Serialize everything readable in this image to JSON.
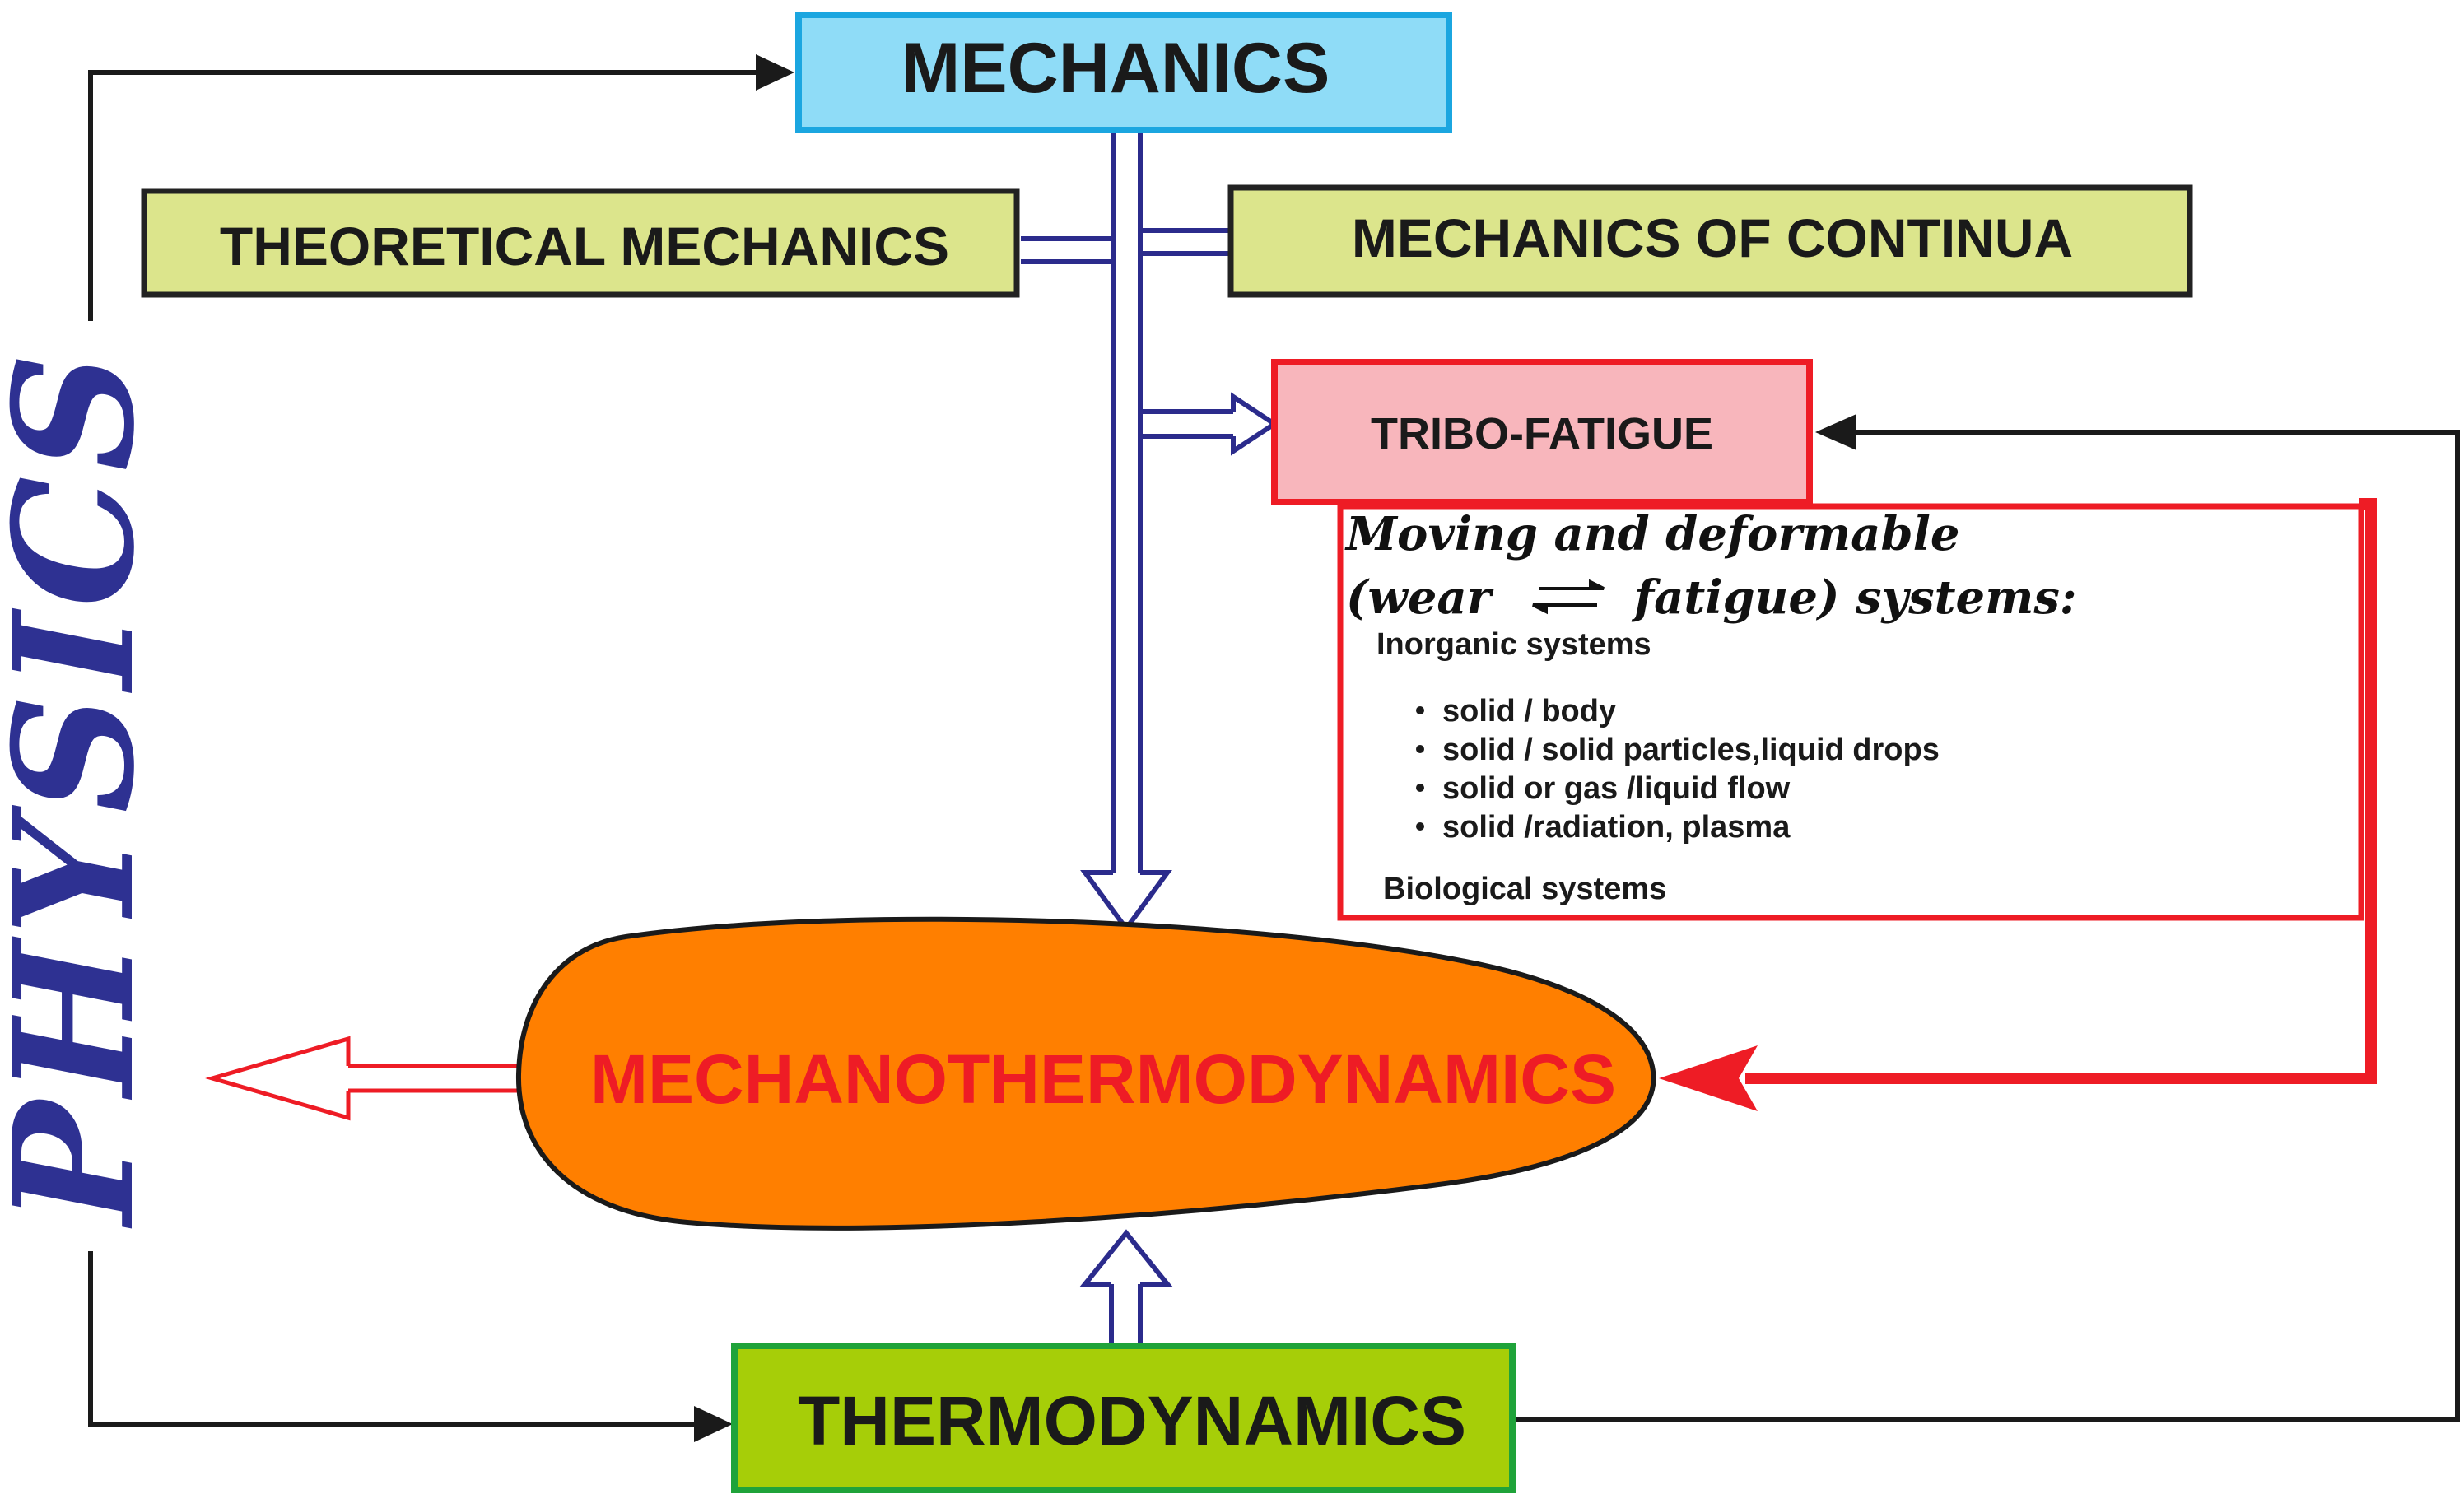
{
  "boxes": {
    "mechanics": "MECHANICS",
    "theoretical_mechanics": "THEORETICAL MECHANICS",
    "mechanics_of_continua": "MECHANICS OF CONTINUA",
    "tribo_fatigue": "TRIBO-FATIGUE",
    "mechanothermodynamics": "MECHANOTHERMODYNAMICS",
    "thermodynamics": "THERMODYNAMICS"
  },
  "side_label": "PHYSICS",
  "systems_panel": {
    "heading_line1": "Moving and deformable",
    "heading_line2_before": "(wear",
    "heading_line2_after": "fatigue) systems:",
    "inorganic_title": "Inorganic systems",
    "items": [
      "solid / body",
      "solid / solid particles,liquid drops",
      "solid or gas /liquid  flow",
      "solid /radiation, plasma"
    ],
    "biological_title": "Biological systems"
  },
  "colors": {
    "mechanics_fill": "#8FDCF7",
    "mechanics_stroke": "#1BA6E0",
    "subfield_fill": "#DCE58C",
    "tribo_fill": "#F8B6BC",
    "red": "#EE1C25",
    "orange": "#FF7F00",
    "thermo_fill": "#A6CE08",
    "thermo_stroke": "#1FA33A",
    "navy": "#2B2B8C",
    "physics": "#2E3192"
  }
}
